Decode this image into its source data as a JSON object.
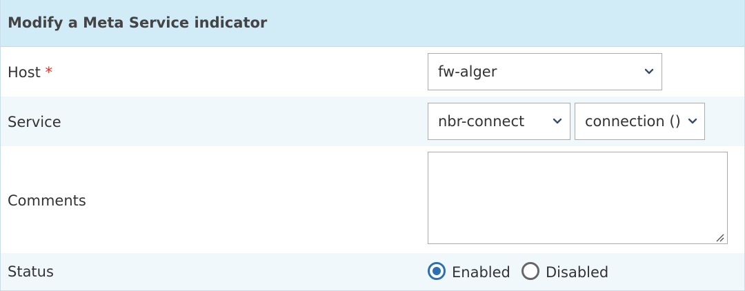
{
  "form": {
    "title": "Modify a Meta Service indicator",
    "host": {
      "label": "Host",
      "required_mark": "*",
      "value": "fw-alger"
    },
    "service": {
      "label": "Service",
      "service_value": "nbr-connect",
      "metric_value": "connection ()"
    },
    "comments": {
      "label": "Comments",
      "value": ""
    },
    "status": {
      "label": "Status",
      "options": [
        {
          "label": "Enabled",
          "selected": true
        },
        {
          "label": "Disabled",
          "selected": false
        }
      ]
    }
  },
  "colors": {
    "header_bg": "#d1ebf7",
    "alt_row_bg": "#f1f8fc",
    "accent": "#2b6fb4",
    "required": "#d9312b"
  },
  "icons": {
    "select_arrow": "chevron-down-icon"
  }
}
